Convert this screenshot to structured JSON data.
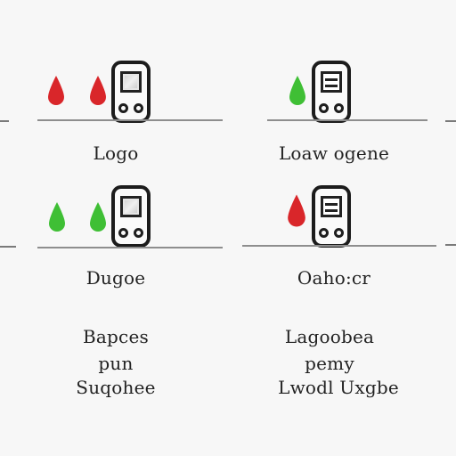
{
  "colors": {
    "red_drop": "#d9262a",
    "green_drop": "#3fbf35",
    "meter_outline": "#1c1c1c",
    "baseline": "#8e8e8e",
    "text": "#222222"
  },
  "cards": [
    {
      "id": "top-left",
      "drops": [
        "red-drop-icon",
        "red-drop-icon"
      ],
      "meter_screen": "plain",
      "label": "Logo"
    },
    {
      "id": "top-right",
      "drops": [
        "green-drop-icon"
      ],
      "meter_screen": "lined",
      "label": "Loaw ogene"
    },
    {
      "id": "bottom-left",
      "drops": [
        "green-drop-icon",
        "green-drop-icon"
      ],
      "meter_screen": "plain",
      "label": "Dugoe"
    },
    {
      "id": "bottom-right",
      "drops": [
        "red-drop-icon"
      ],
      "meter_screen": "lined",
      "label": "Oaho:cr"
    }
  ],
  "captions": {
    "left": [
      "Bapces",
      "pun",
      "Suqohee"
    ],
    "right": [
      "Lagoobea",
      "pemy",
      "Lwodl Uxgbe"
    ]
  }
}
